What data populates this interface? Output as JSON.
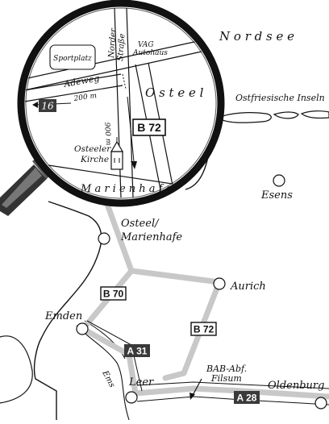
{
  "sea_label": "N o r d s e e",
  "islands_label": "Ostfriesische Inseln",
  "towns": {
    "esens": "Esens",
    "osteel_line1": "Osteel/",
    "osteel_line2": "Marienhafe",
    "aurich": "Aurich",
    "emden": "Emden",
    "leer": "Leer",
    "oldenburg": "Oldenburg"
  },
  "road_badges": {
    "b70": "B 70",
    "b72": "B 72",
    "a31": "A 31",
    "a28": "A 28"
  },
  "exit_label_line1": "BAB-Abf.",
  "exit_label_line2": "Filsum",
  "river_label": "Ems",
  "inset": {
    "sportplatz": "Sportplatz",
    "norderstr_line1": "Norder",
    "norderstr_line2": "Straße",
    "vag_line1": "VAG",
    "vag_line2": "Autohaus",
    "adeweg": "Adeweg",
    "osteel": "O s t e e l",
    "badge16": "16",
    "dist200": "200 m",
    "dist900": "900 m",
    "b72": "B 72",
    "kirche_line1": "Osteeler",
    "kirche_line2": "Kirche",
    "marienhafe": "M a r i e n h a f e"
  },
  "colors": {
    "road": "#c8c8c8",
    "ink": "#111111",
    "badge_dark": "#3a3a3a",
    "magnifier_handle": "#333333"
  }
}
